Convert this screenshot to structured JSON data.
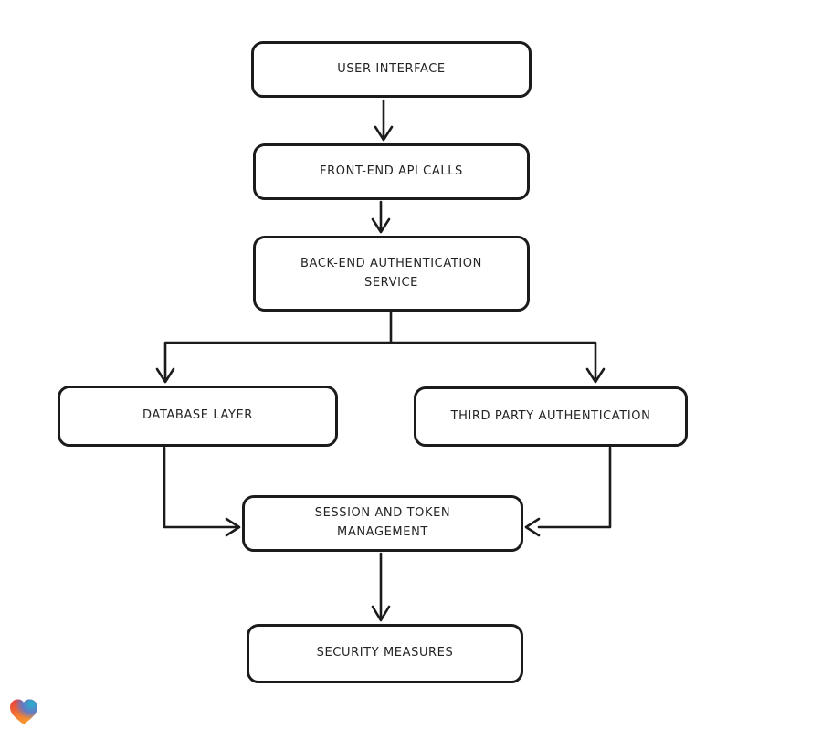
{
  "diagram": {
    "nodes": {
      "user_interface": {
        "label": "USER INTERFACE"
      },
      "front_end_api_calls": {
        "label": "FRONT-END API CALLS"
      },
      "back_end_authentication_service": {
        "label": "BACK-END AUTHENTICATION SERVICE"
      },
      "database_layer": {
        "label": "DATABASE LAYER"
      },
      "third_party_authentication": {
        "label": "THIRD PARTY AUTHENTICATION"
      },
      "session_and_token_management": {
        "label": "SESSION AND TOKEN MANAGEMENT"
      },
      "security_measures": {
        "label": "SECURITY MEASURES"
      }
    },
    "edges": [
      {
        "from": "user_interface",
        "to": "front_end_api_calls"
      },
      {
        "from": "front_end_api_calls",
        "to": "back_end_authentication_service"
      },
      {
        "from": "back_end_authentication_service",
        "to": "database_layer"
      },
      {
        "from": "back_end_authentication_service",
        "to": "third_party_authentication"
      },
      {
        "from": "database_layer",
        "to": "session_and_token_management"
      },
      {
        "from": "third_party_authentication",
        "to": "session_and_token_management"
      },
      {
        "from": "session_and_token_management",
        "to": "security_measures"
      }
    ],
    "colors": {
      "stroke": "#1b1b1b",
      "node_fill": "#ffffff",
      "text": "#242424",
      "background": "#ffffff"
    }
  },
  "logo": {
    "name": "gradient-heart",
    "colors": {
      "red": "#e93a3a",
      "teal": "#23b3ca",
      "blue": "#4b7de0",
      "orange": "#f7992f"
    }
  }
}
